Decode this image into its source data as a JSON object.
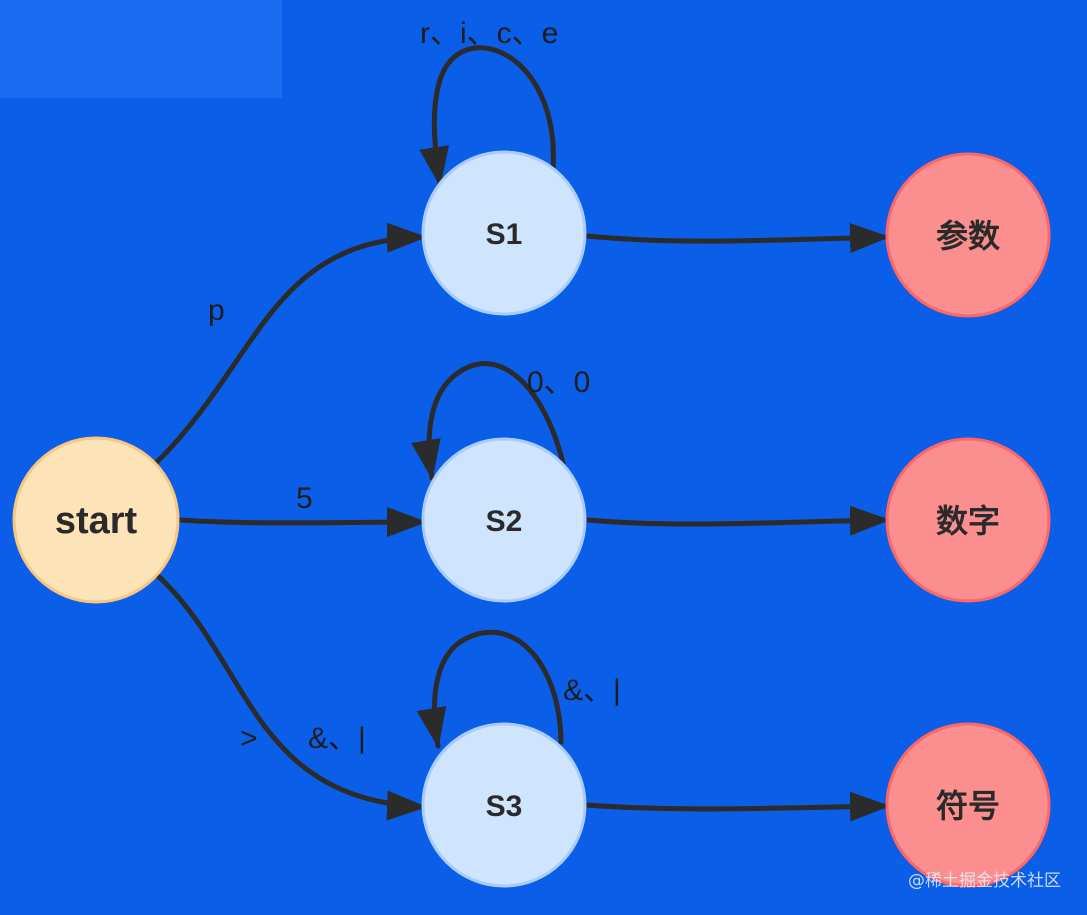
{
  "diagram": {
    "nodes": {
      "start": {
        "label": "start",
        "color": "#fde3b8"
      },
      "s1": {
        "label": "S1",
        "color": "#cfe4fd"
      },
      "s2": {
        "label": "S2",
        "color": "#cfe4fd"
      },
      "s3": {
        "label": "S3",
        "color": "#cfe4fd"
      },
      "param": {
        "label": "参数",
        "color": "#fb8f8f"
      },
      "number": {
        "label": "数字",
        "color": "#fb8f8f"
      },
      "symbol": {
        "label": "符号",
        "color": "#fb8f8f"
      }
    },
    "edges": {
      "start_s1": "p",
      "start_s2": "5",
      "start_s3_a": ">",
      "start_s3_b": "&、|",
      "s1_loop": "r、i、c、e",
      "s2_loop": "0、0",
      "s3_loop": "&、|"
    }
  },
  "credit": "@稀土掘金技术社区",
  "colors": {
    "background": "#0a5ee8",
    "edge": "#2b2b2b"
  }
}
